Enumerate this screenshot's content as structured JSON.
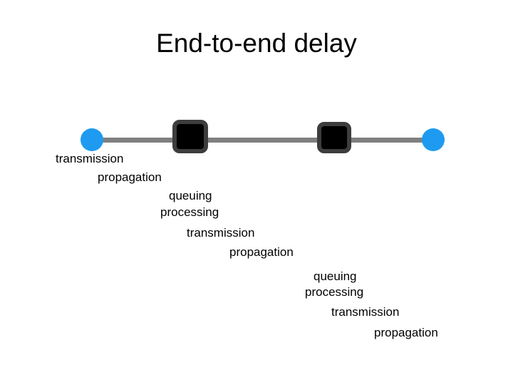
{
  "slide": {
    "title": "End-to-end delay",
    "background_color": "#ffffff",
    "title_color": "#000000"
  },
  "diagram": {
    "description": "source host and destination host connected through two routers over a link",
    "host_color": "#1e9bf0",
    "router_border_color": "#3d3d3d",
    "router_fill_color": "#000000",
    "link_color": "#808080"
  },
  "delays": [
    "transmission",
    "propagation",
    "queuing",
    "processing",
    "transmission",
    "propagation",
    "queuing",
    "processing",
    "transmission",
    "propagation"
  ]
}
